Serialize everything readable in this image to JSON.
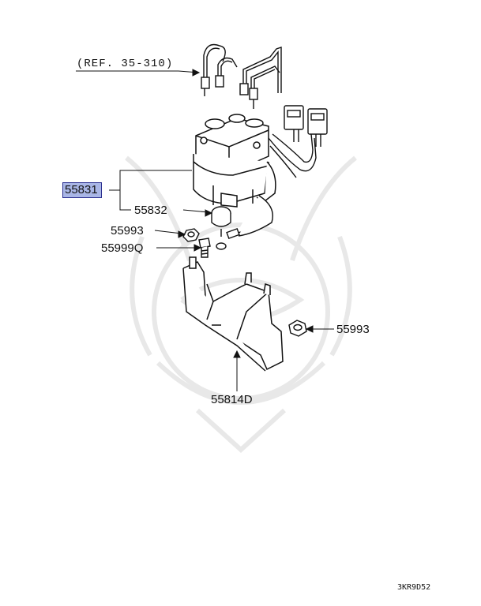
{
  "labels": {
    "ref": "(REF. 35-310)",
    "main_part": "55831",
    "part_55832": "55832",
    "part_55993_left": "55993",
    "part_55999q": "55999Q",
    "part_55993_right": "55993",
    "part_55814d": "55814D"
  },
  "diagram_code": "3KR9D52",
  "colors": {
    "highlight": "#a9b6e6",
    "highlight_border": "#2a2f8f",
    "line": "#111111",
    "watermark": "#e6e6e6"
  }
}
